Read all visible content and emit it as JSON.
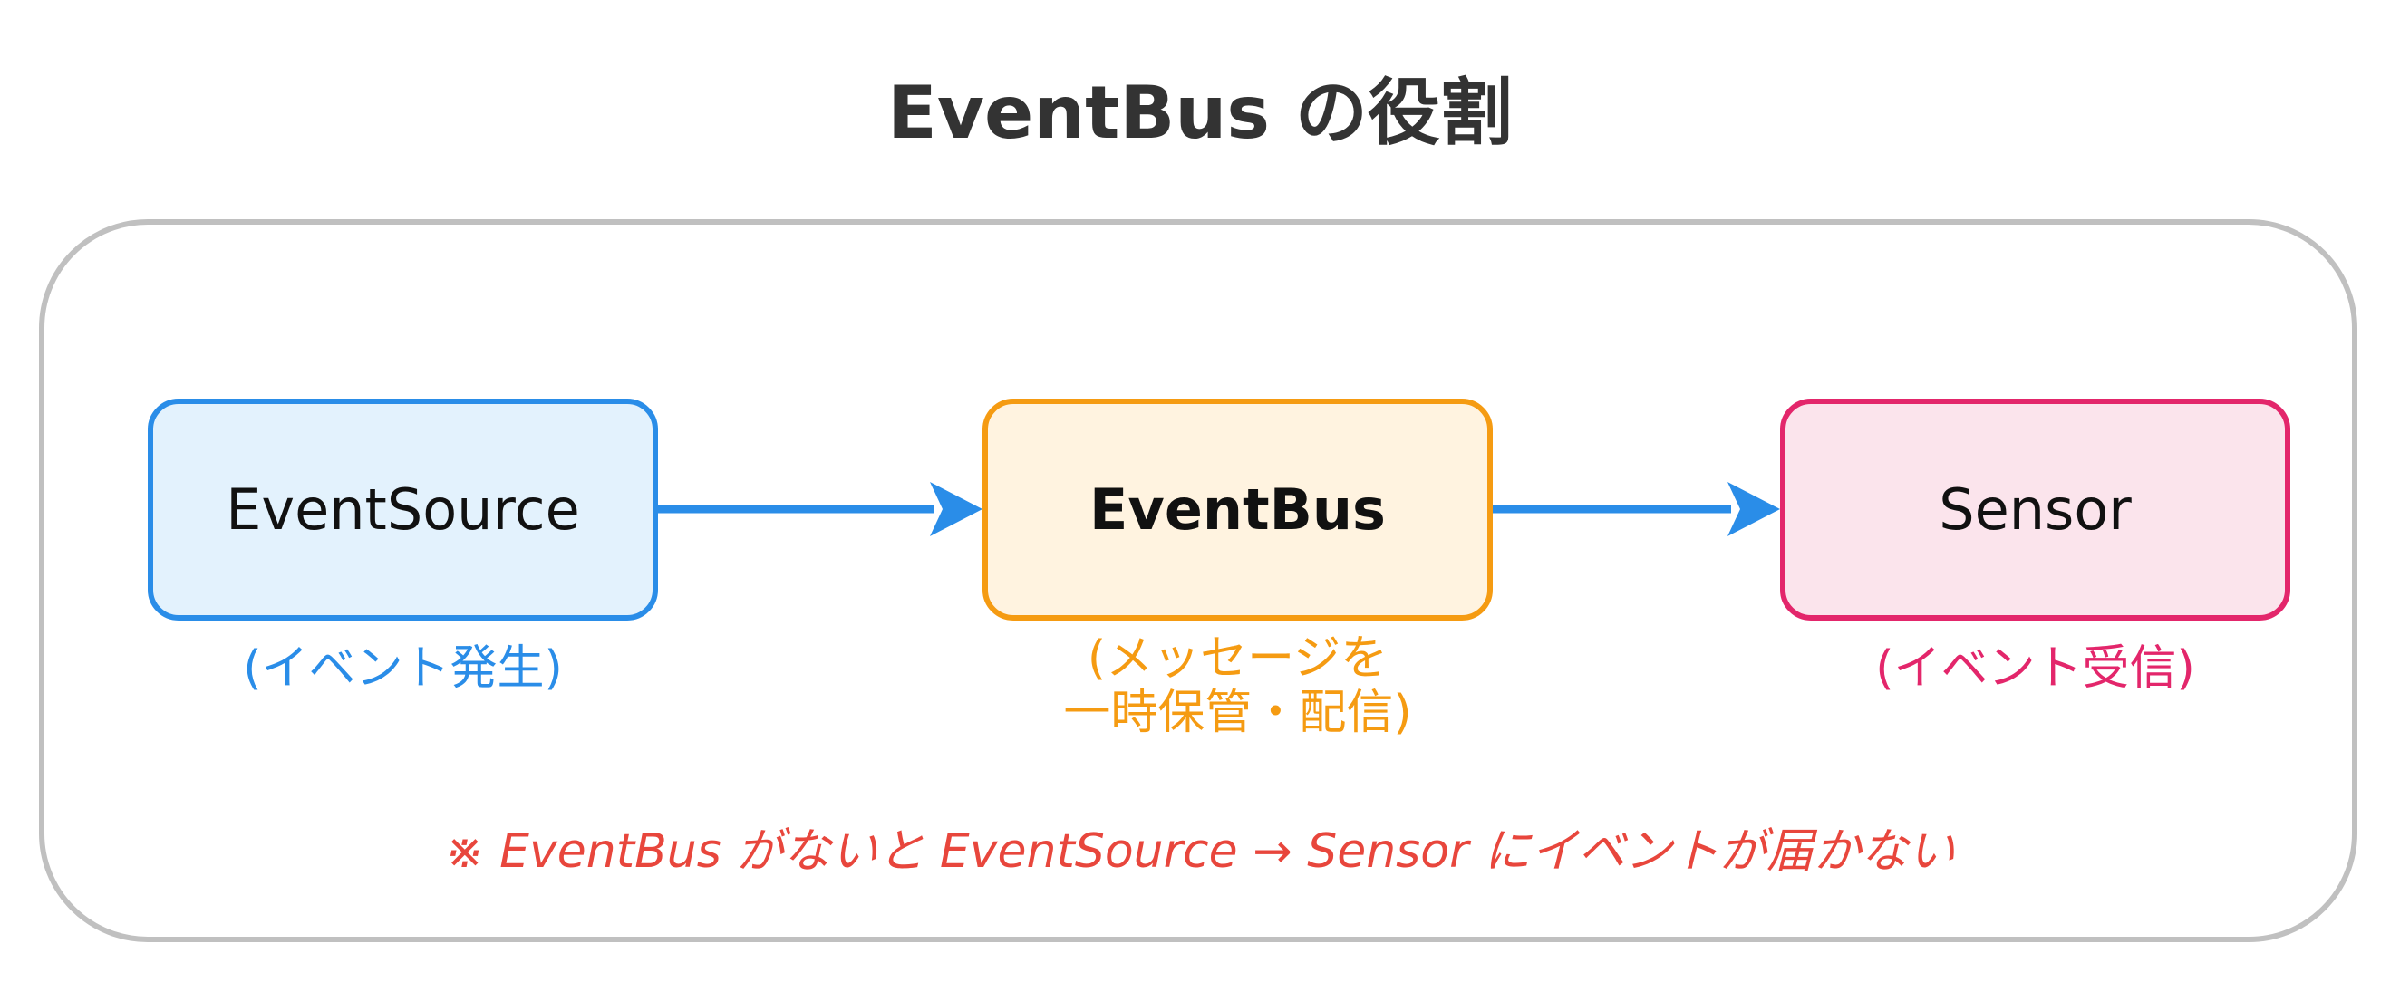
{
  "title": "EventBus の役割",
  "colors": {
    "title": "#333333",
    "frame_border": "#c0c0c0",
    "arrow": "#2a8de8",
    "note": "#e8463c"
  },
  "nodes": [
    {
      "id": "source",
      "label": "EventSource",
      "caption": "(イベント発生)",
      "border": "#2a8de8",
      "fill": "#e3f2fd",
      "caption_color": "#2a8de8"
    },
    {
      "id": "bus",
      "label": "EventBus",
      "caption": "(メッセージを\n一時保管・配信)",
      "border": "#f59b12",
      "fill": "#fff3e0",
      "caption_color": "#f59b12"
    },
    {
      "id": "sensor",
      "label": "Sensor",
      "caption": "(イベント受信)",
      "border": "#e3266b",
      "fill": "#fbe4ec",
      "caption_color": "#e3266b"
    }
  ],
  "edges": [
    {
      "from": "EventSource",
      "to": "EventBus"
    },
    {
      "from": "EventBus",
      "to": "Sensor"
    }
  ],
  "note": "※ EventBus がないと EventSource → Sensor にイベントが届かない"
}
